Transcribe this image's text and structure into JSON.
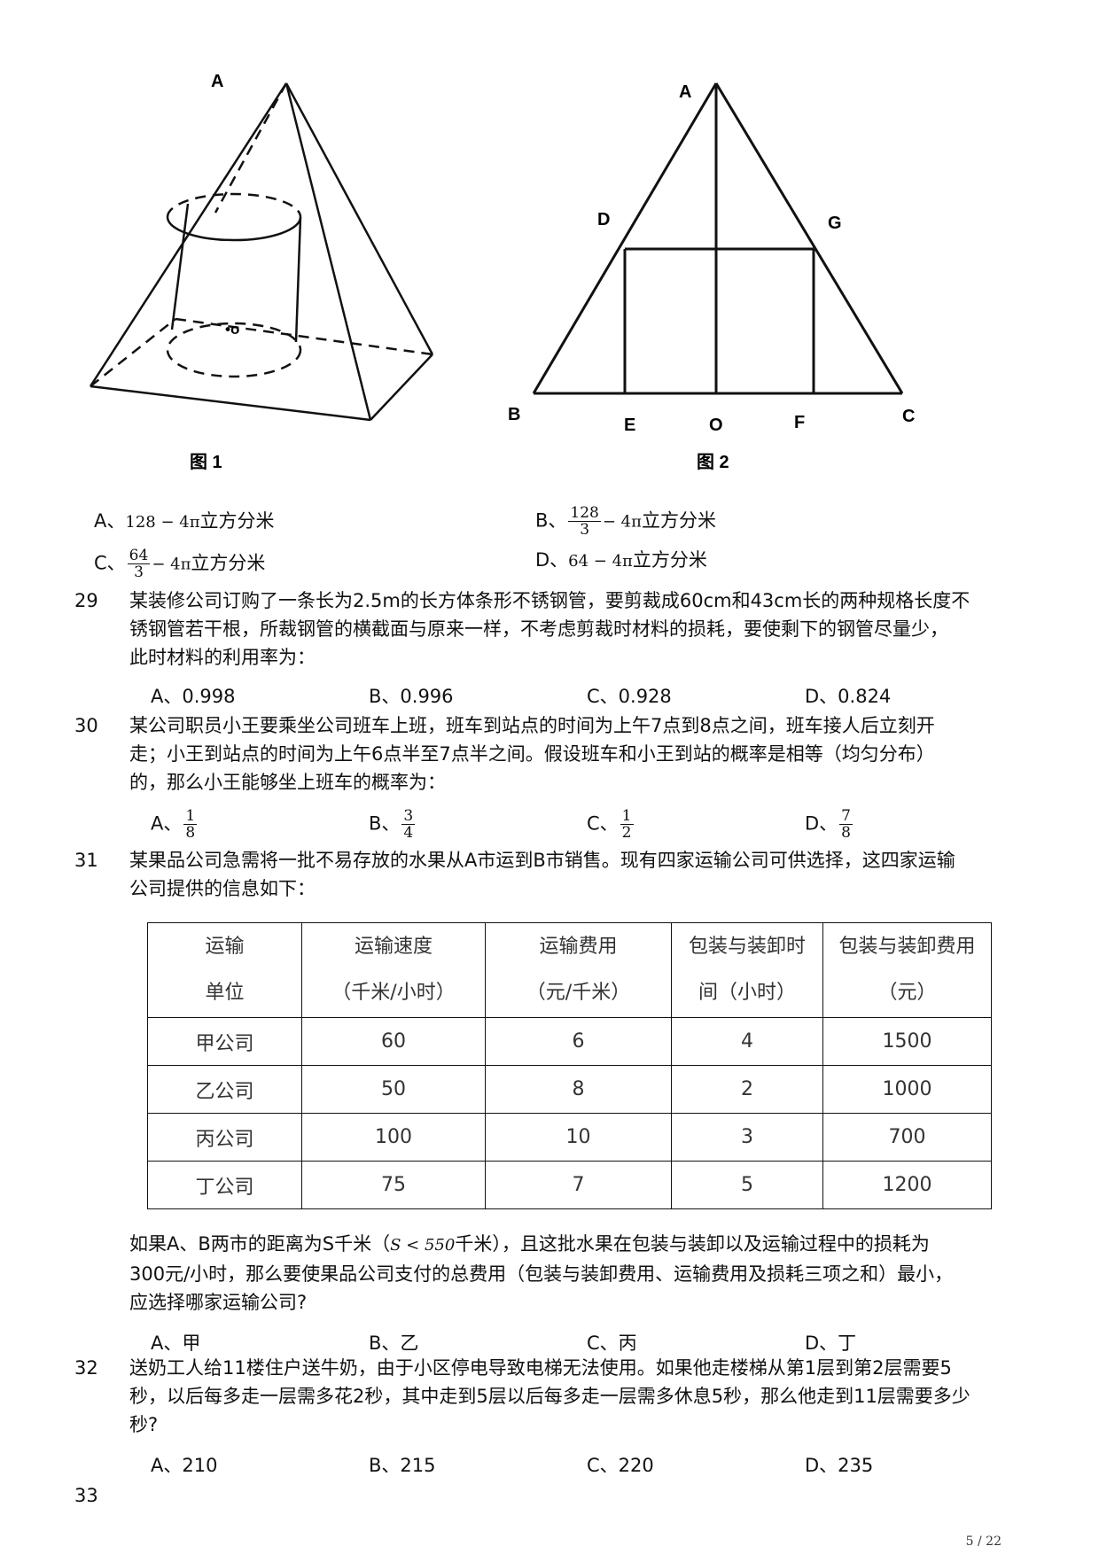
{
  "figure1": {
    "caption": "图 1",
    "label_a": "A",
    "label_o": "•o"
  },
  "figure2": {
    "caption": "图 2",
    "labels": {
      "a": "A",
      "b": "B",
      "c": "C",
      "d": "D",
      "e": "E",
      "f": "F",
      "g": "G",
      "o": "O"
    }
  },
  "q28_options": {
    "a": {
      "prefix": "A、",
      "math": "128 − 4π",
      "unit": "立方分米"
    },
    "b": {
      "prefix": "B、",
      "num": "128",
      "den": "3",
      "math": "− 4π",
      "unit": "立方分米"
    },
    "c": {
      "prefix": "C、",
      "num": "64",
      "den": "3",
      "math": "− 4π",
      "unit": "立方分米"
    },
    "d": {
      "prefix": "D、",
      "math": "64 − 4π",
      "unit": "立方分米"
    }
  },
  "q29": {
    "number": "29",
    "lines": [
      "某装修公司订购了一条长为2.5m的长方体条形不锈钢管，要剪裁成60cm和43cm长的两种规格长度不",
      "锈钢管若干根，所裁钢管的横截面与原来一样，不考虑剪裁时材料的损耗，要使剩下的钢管尽量少，",
      "此时材料的利用率为："
    ],
    "options": [
      "A、0.998",
      "B、0.996",
      "C、0.928",
      "D、0.824"
    ]
  },
  "q30": {
    "number": "30",
    "lines": [
      "某公司职员小王要乘坐公司班车上班，班车到站点的时间为上午7点到8点之间，班车接人后立刻开",
      "走；小王到站点的时间为上午6点半至7点半之间。假设班车和小王到站的概率是相等（均匀分布）",
      "的，那么小王能够坐上班车的概率为："
    ],
    "options": [
      {
        "prefix": "A、",
        "num": "1",
        "den": "8"
      },
      {
        "prefix": "B、",
        "num": "3",
        "den": "4"
      },
      {
        "prefix": "C、",
        "num": "1",
        "den": "2"
      },
      {
        "prefix": "D、",
        "num": "7",
        "den": "8"
      }
    ]
  },
  "q31": {
    "number": "31",
    "lines": [
      "某果品公司急需将一批不易存放的水果从A市运到B市销售。现有四家运输公司可供选择，这四家运输",
      "公司提供的信息如下："
    ],
    "table": {
      "headers": [
        [
          "运输",
          "单位"
        ],
        [
          "运输速度",
          "（千米/小时）"
        ],
        [
          "运输费用",
          "（元/千米）"
        ],
        [
          "包装与装卸时",
          "间（小时）"
        ],
        [
          "包装与装卸费用",
          "（元）"
        ]
      ],
      "rows": [
        [
          "甲公司",
          "60",
          "6",
          "4",
          "1500"
        ],
        [
          "乙公司",
          "50",
          "8",
          "2",
          "1000"
        ],
        [
          "丙公司",
          "100",
          "10",
          "3",
          "700"
        ],
        [
          "丁公司",
          "75",
          "7",
          "5",
          "1200"
        ]
      ]
    },
    "after_line1_pre": "如果A、B两市的距离为S千米（",
    "after_line1_math": "S < 550",
    "after_line1_post": "千米），且这批水果在包装与装卸以及运输过程中的损耗为",
    "after_lines": [
      "300元/小时，那么要使果品公司支付的总费用（包装与装卸费用、运输费用及损耗三项之和）最小，",
      "应选择哪家运输公司?"
    ],
    "options": [
      "A、甲",
      "B、乙",
      "C、丙",
      "D、丁"
    ]
  },
  "q32": {
    "number": "32",
    "lines": [
      "送奶工人给11楼住户送牛奶，由于小区停电导致电梯无法使用。如果他走楼梯从第1层到第2层需要5",
      "秒，以后每多走一层需多花2秒，其中走到5层以后每多走一层需多休息5秒，那么他走到11层需要多少",
      "秒?"
    ],
    "options": [
      "A、210",
      "B、215",
      "C、220",
      "D、235"
    ]
  },
  "q33": {
    "number": "33"
  },
  "page": {
    "number": "5 / 22"
  }
}
